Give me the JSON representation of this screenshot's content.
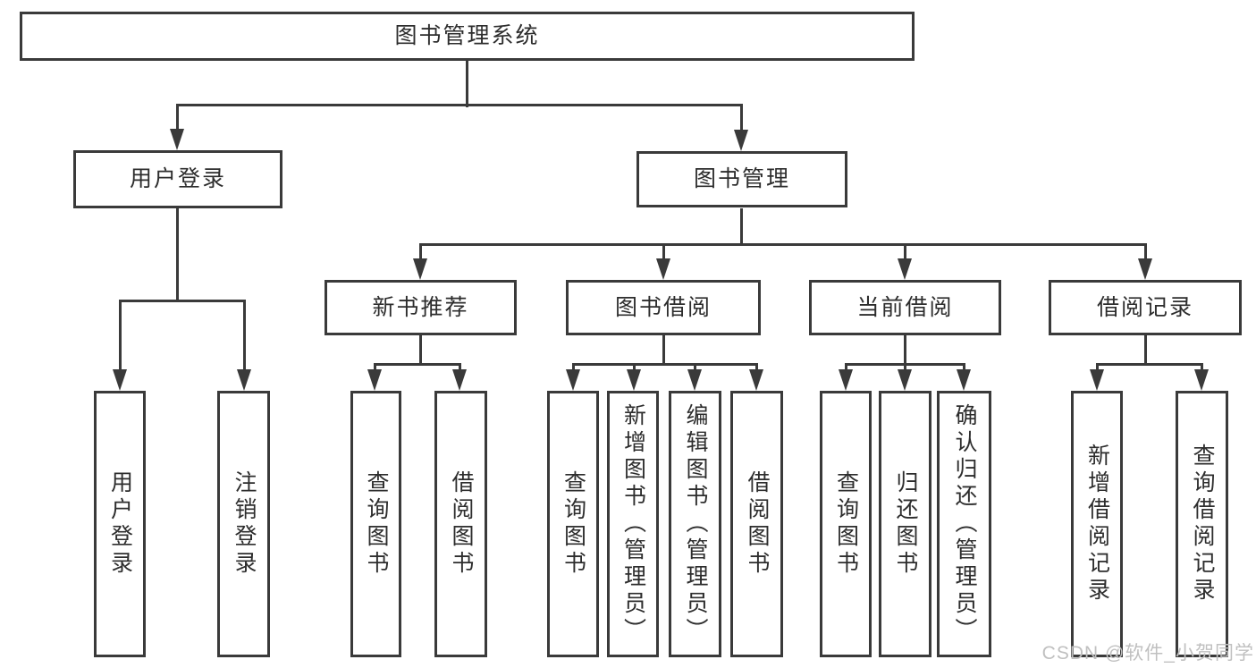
{
  "diagram": {
    "title": "图书管理系统",
    "nodes": {
      "root": "图书管理系统",
      "user_login": "用户登录",
      "book_mgmt": "图书管理",
      "new_book_rec": "新书推荐",
      "book_borrow": "图书借阅",
      "current_borrow": "当前借阅",
      "borrow_record": "借阅记录",
      "leaf_user_login": "用户登录",
      "leaf_logout": "注销登录",
      "leaf_nbr_query": "查询图书",
      "leaf_nbr_borrow": "借阅图书",
      "leaf_bb_query": "查询图书",
      "leaf_bb_add": "新增图书（管理员）",
      "leaf_bb_edit": "编辑图书（管理员）",
      "leaf_bb_borrow": "借阅图书",
      "leaf_cb_query": "查询图书",
      "leaf_cb_return": "归还图书",
      "leaf_cb_confirm": "确认归还（管理员）",
      "leaf_br_add": "新增借阅记录",
      "leaf_br_query": "查询借阅记录"
    },
    "edges": [
      [
        "root",
        "user_login"
      ],
      [
        "root",
        "book_mgmt"
      ],
      [
        "user_login",
        "leaf_user_login"
      ],
      [
        "user_login",
        "leaf_logout"
      ],
      [
        "book_mgmt",
        "new_book_rec"
      ],
      [
        "book_mgmt",
        "book_borrow"
      ],
      [
        "book_mgmt",
        "current_borrow"
      ],
      [
        "book_mgmt",
        "borrow_record"
      ],
      [
        "new_book_rec",
        "leaf_nbr_query"
      ],
      [
        "new_book_rec",
        "leaf_nbr_borrow"
      ],
      [
        "book_borrow",
        "leaf_bb_query"
      ],
      [
        "book_borrow",
        "leaf_bb_add"
      ],
      [
        "book_borrow",
        "leaf_bb_edit"
      ],
      [
        "book_borrow",
        "leaf_bb_borrow"
      ],
      [
        "current_borrow",
        "leaf_cb_query"
      ],
      [
        "current_borrow",
        "leaf_cb_return"
      ],
      [
        "current_borrow",
        "leaf_cb_confirm"
      ],
      [
        "borrow_record",
        "leaf_br_add"
      ],
      [
        "borrow_record",
        "leaf_br_query"
      ]
    ],
    "watermark": "CSDN @软件_小贺同学",
    "colors": {
      "line": "#3a3a3a",
      "text": "#2d2d2d",
      "watermark": "#c0c0c0",
      "background": "#ffffff"
    }
  }
}
